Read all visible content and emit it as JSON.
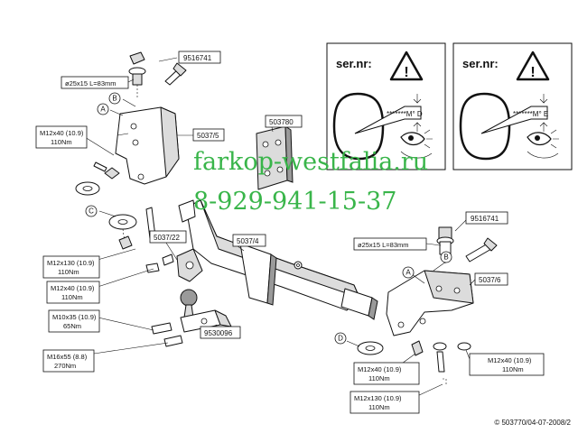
{
  "warning_panels": [
    {
      "heading": "ser.nr:",
      "plate_text": "*******M° D"
    },
    {
      "heading": "ser.nr:",
      "plate_text": "*******M° E"
    }
  ],
  "watermark": {
    "site": "farkop-westfalia.ru",
    "phone": "8-929-941-15-37"
  },
  "left_side": {
    "part_9516741": "9516741",
    "spacer": "ø25x15 L=83mm",
    "letter_b": "B",
    "letter_a": "A",
    "letter_c": "C",
    "bolt_top_size": "M12x40 (10.9)",
    "bolt_top_torque": "110Nm",
    "bracket": "5037/5",
    "plate": "503780",
    "part_5037_22": "5037/22",
    "bolt_130_size": "M12x130 (10.9)",
    "bolt_130_torque": "110Nm",
    "bolt_mid_size": "M12x40 (10.9)",
    "bolt_mid_torque": "110Nm",
    "bolt_m10_size": "M10x35 (10.9)",
    "bolt_m10_torque": "65Nm",
    "bolt_m16_size": "M16x55 (8.8)",
    "bolt_m16_torque": "270Nm",
    "crossbar": "5037/4",
    "ball": "9530096"
  },
  "right_side": {
    "part_9516741": "9516741",
    "spacer": "ø25x15 L=83mm",
    "letter_b": "B",
    "letter_a": "A",
    "letter_d": "D",
    "bracket": "5037/6",
    "bolt_right_size": "M12x40 (10.9)",
    "bolt_right_torque": "110Nm",
    "bolt_low_size": "M12x40 (10.9)",
    "bolt_low_torque": "110Nm",
    "bolt_130_size": "M12x130 (10.9)",
    "bolt_130_torque": "110Nm"
  },
  "copyright": "© 503770/04-07-2008/2"
}
